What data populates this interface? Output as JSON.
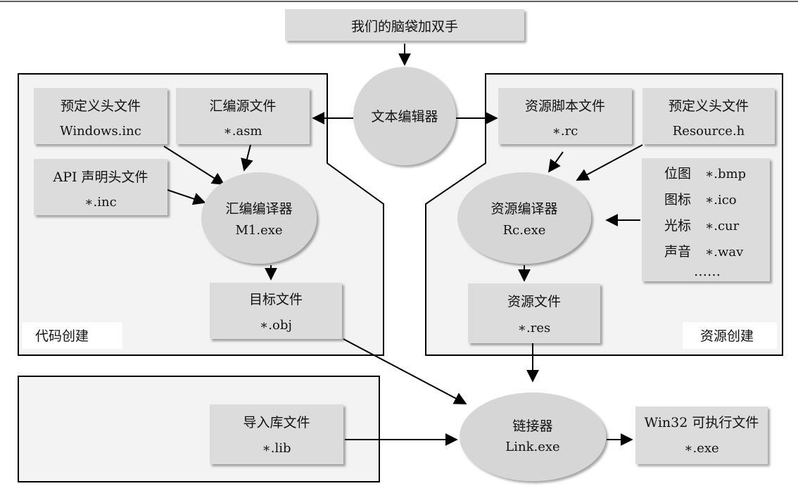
{
  "colors": {
    "box_fill": "#dcdcdc",
    "ellipse_fill": "#d6d6d6",
    "region_fill": "#f3f3f3",
    "stroke": "#000000"
  },
  "top": {
    "title": "我们的脑袋加双手"
  },
  "editor": {
    "label": "文本编辑器"
  },
  "code": {
    "region_label": "代码创建",
    "predefined_header": {
      "line1": "预定义头文件",
      "line2": "Windows.inc"
    },
    "asm_source": {
      "line1": "汇编源文件",
      "line2": "∗.asm"
    },
    "api_header": {
      "line1": "API 声明头文件",
      "line2": "∗.inc"
    },
    "assembler": {
      "line1": "汇编编译器",
      "line2": "M1.exe"
    },
    "object_file": {
      "line1": "目标文件",
      "line2": "∗.obj"
    }
  },
  "resource": {
    "region_label": "资源创建",
    "script_file": {
      "line1": "资源脚本文件",
      "line2": "∗.rc"
    },
    "predefined_header": {
      "line1": "预定义头文件",
      "line2": "Resource.h"
    },
    "media_list": [
      {
        "name": "位图",
        "ext": "∗.bmp"
      },
      {
        "name": "图标",
        "ext": "∗.ico"
      },
      {
        "name": "光标",
        "ext": "∗.cur"
      },
      {
        "name": "声音",
        "ext": "∗.wav"
      }
    ],
    "media_ellipsis": "……",
    "compiler": {
      "line1": "资源编译器",
      "line2": "Rc.exe"
    },
    "res_file": {
      "line1": "资源文件",
      "line2": "∗.res"
    }
  },
  "import_lib": {
    "line1": "导入库文件",
    "line2": "∗.lib"
  },
  "linker": {
    "line1": "链接器",
    "line2": "Link.exe"
  },
  "output": {
    "line1": "Win32 可执行文件",
    "line2": "∗.exe"
  }
}
